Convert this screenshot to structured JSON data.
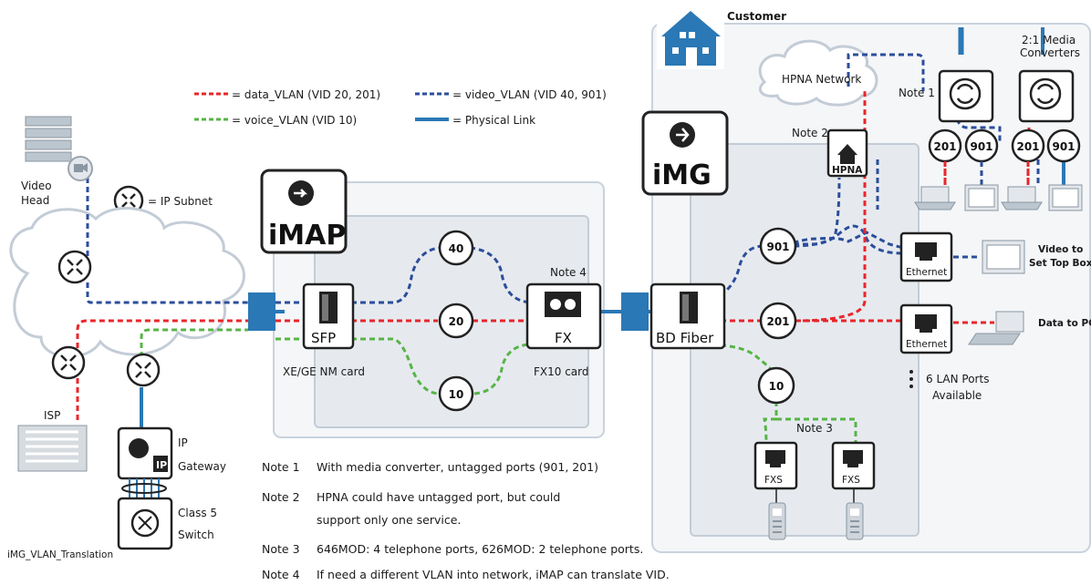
{
  "legend": {
    "data_vlan": "= data_VLAN (VID 20, 201)",
    "video_vlan": "= video_VLAN (VID 40, 901)",
    "voice_vlan": "= voice_VLAN (VID 10)",
    "physical_link": "= Physical Link",
    "ip_subnet": "= IP Subnet"
  },
  "colors": {
    "data": "#e8262b",
    "video": "#2b4e9b",
    "voice": "#58b447",
    "physical": "#2a78b5"
  },
  "labels": {
    "video_head_1": "Video",
    "video_head_2": "Head",
    "isp": "ISP",
    "ip_gateway_1": "IP",
    "ip_gateway_2": "Gateway",
    "class5_1": "Class 5",
    "class5_2": "Switch",
    "diagram_id": "iMG_VLAN_Translation",
    "imap": "iMAP",
    "img": "iMG",
    "sfp": "SFP",
    "xe_card": "XE/GE NM card",
    "fx": "FX",
    "fx10_card": "FX10 card",
    "note4_tag": "Note 4",
    "bd_fiber": "BD Fiber",
    "customer": "Customer",
    "hpna_network": "HPNA Network",
    "note1_tag": "Note 1",
    "note2_tag": "Note 2",
    "hpna": "HPNA",
    "media_conv_1": "2:1 Media",
    "media_conv_2": "Converters",
    "ethernet_1": "Ethernet",
    "ethernet_2": "Ethernet",
    "video_stb_1": "Video to",
    "video_stb_2": "Set Top Box",
    "data_pc": "Data to PC",
    "lan_ports_1": "6 LAN Ports",
    "lan_ports_2": "Available",
    "note3_tag": "Note 3",
    "fxs_1": "FXS",
    "fxs_2": "FXS"
  },
  "vids": {
    "v40": "40",
    "v20": "20",
    "v10": "10",
    "v901_img": "901",
    "v201_img": "201",
    "v10_img": "10",
    "v201_a": "201",
    "v901_a": "901",
    "v201_b": "201",
    "v901_b": "901"
  },
  "notes": [
    {
      "tag": "Note 1",
      "text": "With media converter, untagged ports (901, 201)"
    },
    {
      "tag": "Note 2",
      "text": "HPNA could have untagged port, but could"
    },
    {
      "tag": "",
      "text": "support only one service."
    },
    {
      "tag": "Note 3",
      "text": "646MOD: 4 telephone ports, 626MOD: 2 telephone ports."
    },
    {
      "tag": "Note 4",
      "text": "If need a different VLAN into network, iMAP can translate VID."
    }
  ]
}
